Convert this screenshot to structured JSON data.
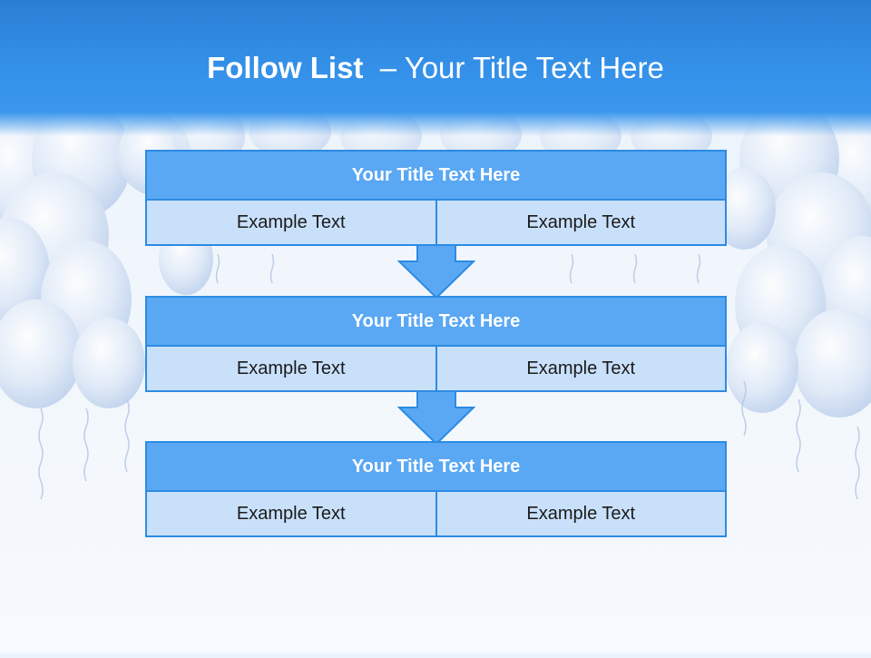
{
  "title": {
    "bold": "Follow List",
    "rest": "– Your Title Text Here"
  },
  "steps": [
    {
      "title": "Your Title Text Here",
      "left": "Example Text",
      "right": "Example Text"
    },
    {
      "title": "Your Title Text Here",
      "left": "Example Text",
      "right": "Example Text"
    },
    {
      "title": "Your Title Text Here",
      "left": "Example Text",
      "right": "Example Text"
    }
  ],
  "colors": {
    "header": "#3592ea",
    "block_title": "#5aa8f4",
    "block_cell": "#c9e0fa",
    "border": "#2c8be3"
  }
}
